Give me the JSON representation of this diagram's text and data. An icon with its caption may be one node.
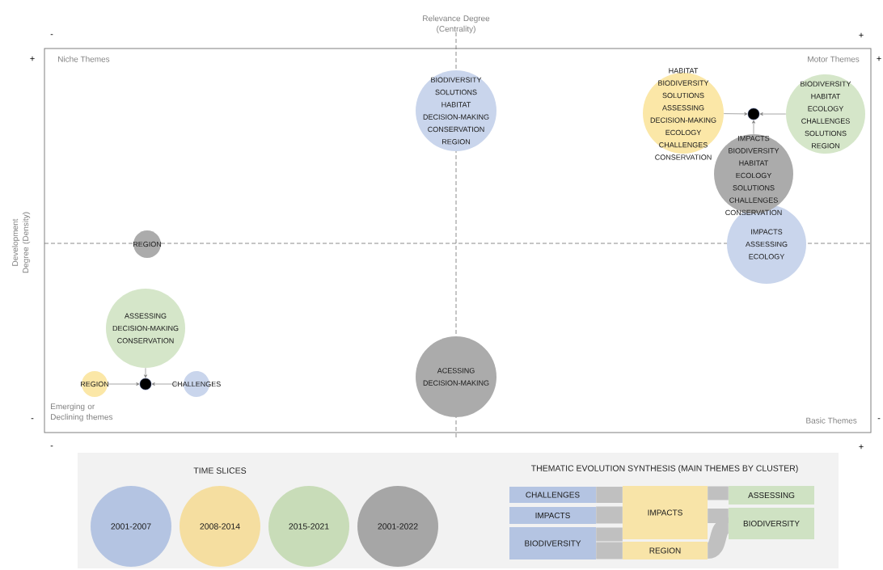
{
  "diagram": {
    "nodes": [
      {
        "text": [
          "BIODIVERSITY",
          "SOLUTIONS",
          "HABITAT",
          "DECISION-MAKING",
          "CONSERVATION",
          "REGION"
        ]
      },
      {
        "text": [
          "HABITAT",
          "BIODIVERSITY",
          "SOLUTIONS",
          "ASSESSING",
          "DECISION-MAKING",
          "ECOLOGY",
          "CHALLENGES",
          "CONSERVATION"
        ]
      },
      {
        "text": [],
        "shape": "circle"
      },
      {
        "text": [
          "BIODIVERSITY",
          "HABITAT",
          "ECOLOGY",
          "CHALLENGES",
          "SOLUTIONS",
          "REGION"
        ]
      },
      {
        "text": [
          "IMPACTS",
          "BIODIVERSITY",
          "HABITAT",
          "ECOLOGY",
          "SOLUTIONS",
          "CHALLENGES",
          "CONSERVATION"
        ]
      },
      {
        "text": [
          "IMPACTS",
          "ASSESSING",
          "ECOLOGY"
        ]
      },
      {
        "text": [
          "REGION"
        ]
      },
      {
        "text": [
          "ASSESSING",
          "DECISION-MAKING",
          "CONSERVATION"
        ]
      },
      {
        "text": [
          "REGION"
        ]
      },
      {
        "text": [],
        "shape": "circle"
      },
      {
        "text": [
          "CHALLENGES"
        ]
      },
      {
        "text": [
          "ACESSING",
          "DECISION-MAKING"
        ]
      },
      {
        "text": [
          "CHALLENGES"
        ]
      },
      {
        "text": [
          "IMPACTS"
        ]
      },
      {
        "text": [
          "BIODIVERSITY"
        ]
      },
      {
        "text": [
          "IMPACTS"
        ]
      },
      {
        "text": [
          "REGION"
        ]
      },
      {
        "text": [
          "ASSESSING"
        ]
      },
      {
        "text": [
          "BIODIVERSITY"
        ]
      }
    ],
    "edges": [
      {
        "from": 1,
        "to": 2,
        "arrow": "to"
      },
      {
        "from": 3,
        "to": 2,
        "arrow": "to"
      },
      {
        "from": 4,
        "to": 2,
        "arrow": "to"
      },
      {
        "from": 7,
        "to": 9,
        "arrow": "to"
      },
      {
        "from": 8,
        "to": 9,
        "arrow": "to"
      },
      {
        "from": 10,
        "to": 9,
        "arrow": "to"
      },
      {
        "from": 12,
        "to": 15,
        "arrow": "none",
        "color": "#c0c0c0"
      },
      {
        "from": 13,
        "to": 15,
        "arrow": "none",
        "color": "#c0c0c0"
      },
      {
        "from": 14,
        "to": 15,
        "arrow": "none",
        "color": "#c0c0c0"
      },
      {
        "from": 14,
        "to": 16,
        "arrow": "none",
        "color": "#c0c0c0"
      },
      {
        "from": 15,
        "to": 17,
        "arrow": "none",
        "color": "#c0c0c0"
      },
      {
        "from": 15,
        "to": 18,
        "arrow": "none",
        "color": "#c0c0c0"
      },
      {
        "from": 16,
        "to": 18,
        "arrow": "none",
        "color": "#c0c0c0"
      }
    ],
    "labels": [
      "Relevance Degree (Centrality)",
      "-",
      "+",
      "+",
      "Niche Themes",
      "Motor Themes",
      "+",
      "Development Degree (Density)",
      "Emerging or Declining themes",
      "-",
      "Basic Themes",
      "-",
      "-",
      "+",
      "TIME SLICES",
      "THEMATIC EVOLUTION SYNTHESIS (MAIN THEMES BY CLUSTER)"
    ],
    "legend": [
      {
        "text": "2001-2007",
        "color": "#b4c4e2"
      },
      {
        "text": "2008-2014",
        "color": "#f5dea0"
      },
      {
        "text": "2015-2021",
        "color": "#c8dcb8"
      },
      {
        "text": "2001-2022",
        "color": "#a6a6a6"
      }
    ]
  }
}
